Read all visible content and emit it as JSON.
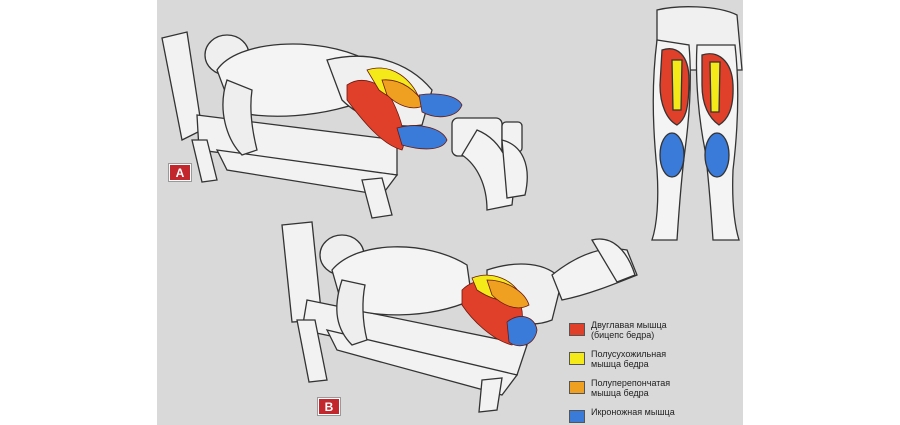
{
  "badges": {
    "a": "A",
    "b": "B"
  },
  "legend": [
    {
      "lines": [
        "Двуглавая мышца",
        "(бицепс бедра)"
      ],
      "color": "#e0402a"
    },
    {
      "lines": [
        "Полусухожильная",
        "мышца бедра"
      ],
      "color": "#f4ea1a"
    },
    {
      "lines": [
        "Полуперепончатая",
        "мышца бедра"
      ],
      "color": "#f0a020"
    },
    {
      "lines": [
        "Икроножная мышца"
      ],
      "color": "#3a7ad8"
    }
  ],
  "colors": {
    "background": "#d9d9d9",
    "biceps_femoris": "#e0402a",
    "semitendinosus": "#f4ea1a",
    "semimembranosus": "#f0a020",
    "gastrocnemius": "#3a7ad8"
  }
}
